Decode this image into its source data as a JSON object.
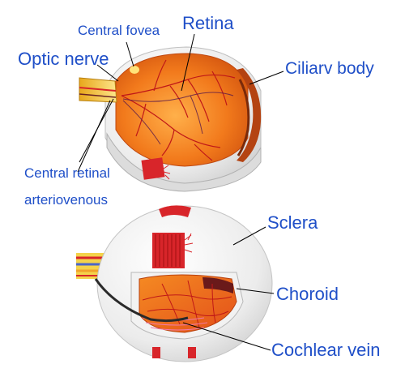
{
  "labels": {
    "central_fovea": "Central fovea",
    "retina": "Retina",
    "optic_nerve": "Optic nerve",
    "ciliary_body": "Ciliarv body",
    "central_retinal": "Central retinal",
    "arteriovenous": "arteriovenous",
    "sclera": "Sclera",
    "choroid": "Choroid",
    "cochlear_vein": "Cochlear vein"
  },
  "colors": {
    "label_text": "#1f4fc8",
    "sclera": "#eeeeee",
    "retina": "#f07a1e",
    "vessel": "#c01818",
    "optic_nerve": "#f2c22a",
    "leader_line": "#000000"
  }
}
